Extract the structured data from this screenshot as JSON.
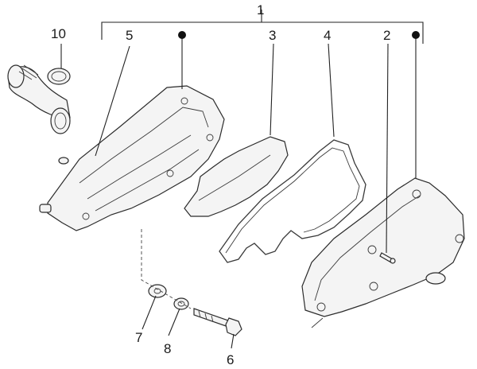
{
  "callouts": {
    "c1": "1",
    "c2": "2",
    "c3": "3",
    "c4": "4",
    "c5": "5",
    "c6": "6",
    "c7": "7",
    "c8": "8",
    "c10": "10"
  },
  "colors": {
    "line": "#2b2b2b",
    "fill": "#f4f4f4",
    "bullet": "#111111"
  }
}
